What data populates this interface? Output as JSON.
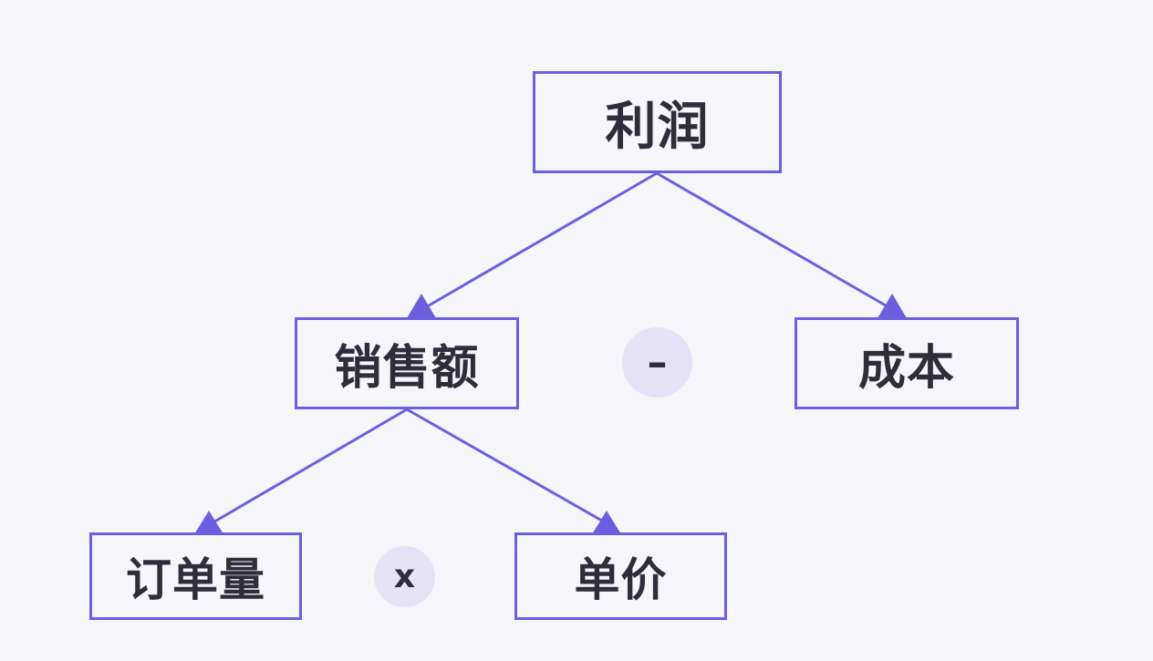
{
  "nodes": {
    "profit": "利润",
    "sales": "销售额",
    "cost": "成本",
    "order_qty": "订单量",
    "unit_price": "单价"
  },
  "operators": {
    "minus": "–",
    "times": "x"
  },
  "colors": {
    "background": "#f6f6fa",
    "accent": "#6b5fe0",
    "text": "#2e2d3a",
    "operator_bg": "#e4e2f4"
  }
}
